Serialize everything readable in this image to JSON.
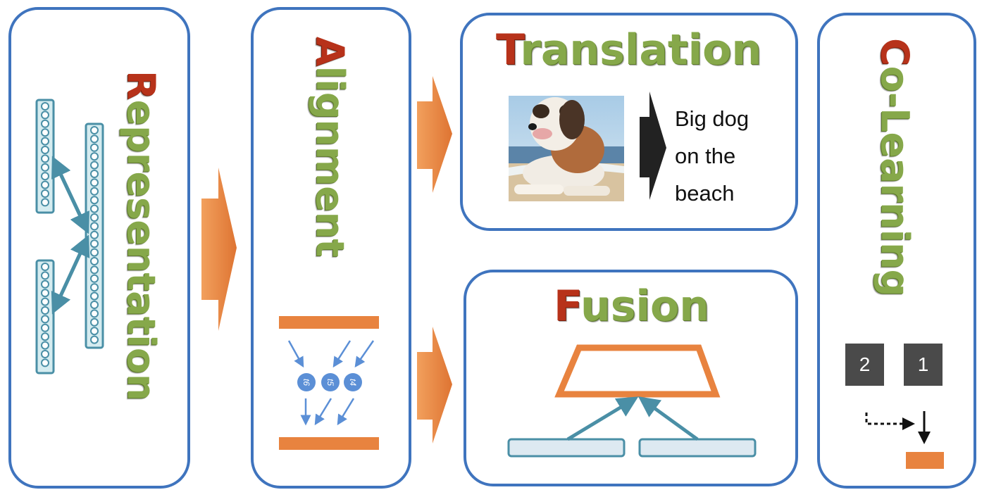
{
  "panels": {
    "representation": {
      "first": "R",
      "rest": "epresentation"
    },
    "alignment": {
      "first": "A",
      "rest": "lignment"
    },
    "translation": {
      "first": "T",
      "rest": "ranslation"
    },
    "fusion": {
      "first": "F",
      "rest": "usion"
    },
    "colearning": {
      "first": "C",
      "rest": "o-Learning"
    }
  },
  "translation_caption": {
    "line1": "Big dog",
    "line2": "on the",
    "line3": "beach"
  },
  "alignment_nodes": [
    "t6",
    "t5",
    "t4"
  ],
  "colearning_blocks": {
    "left": "2",
    "right": "1"
  },
  "colors": {
    "panel_border": "#3f74be",
    "title_green": "#86a84a",
    "title_red": "#b7321a",
    "arrow_orange": "#e8833f",
    "net_teal": "#4a8fa6",
    "node_blue": "#5b8fd6"
  }
}
